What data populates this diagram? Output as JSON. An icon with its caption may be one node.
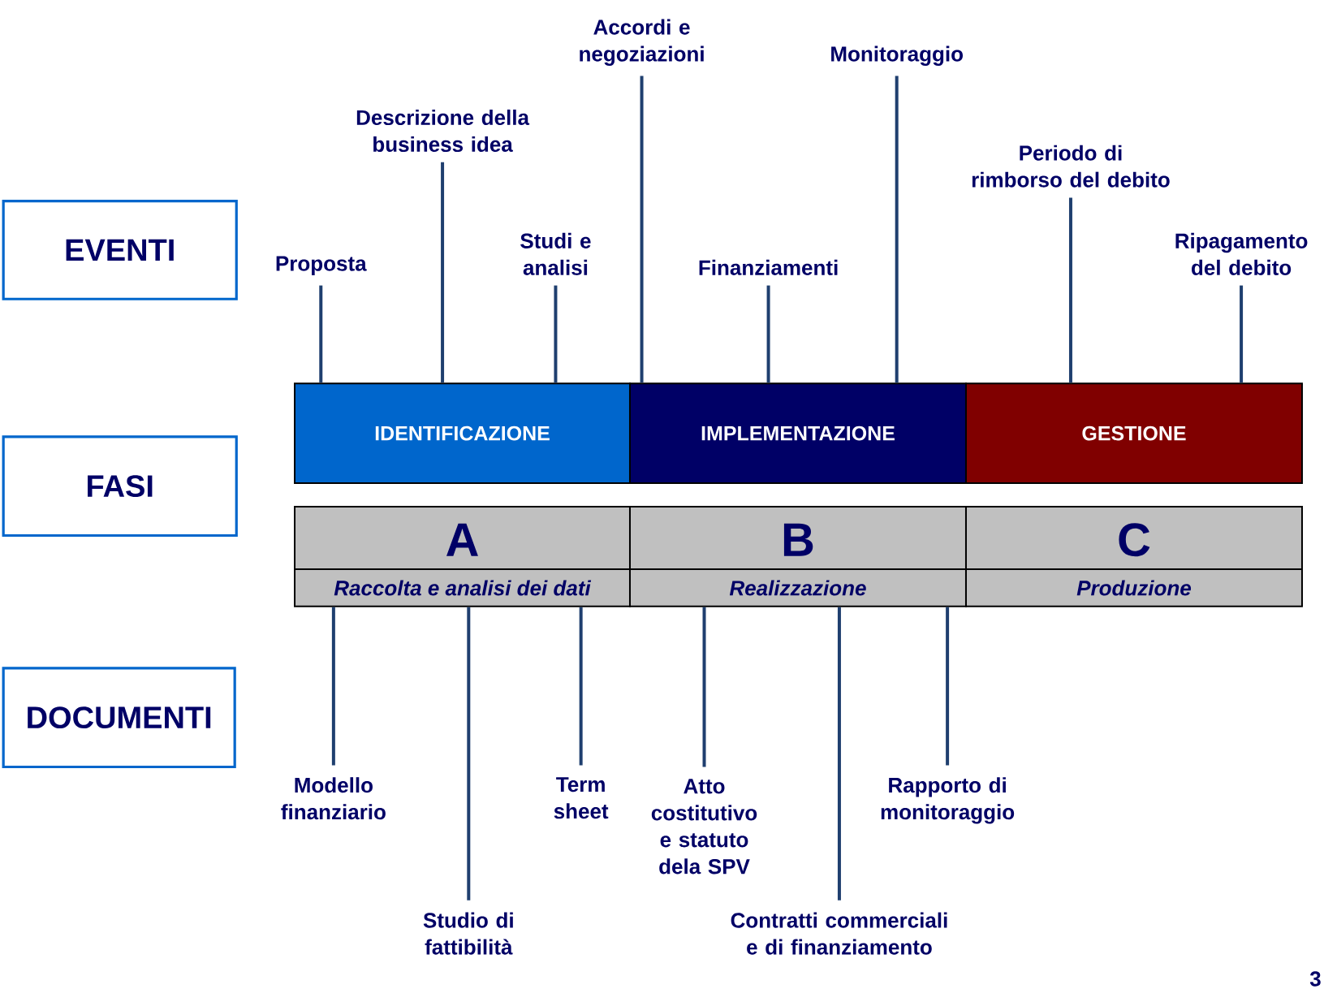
{
  "diagram": {
    "nodes": [
      {
        "text": [
          "EVENTI"
        ]
      },
      {
        "text": [
          "FASI"
        ]
      },
      {
        "text": [
          "DOCUMENTI"
        ]
      },
      {
        "text": [
          "IDENTIFICAZIONE"
        ]
      },
      {
        "text": [
          "IMPLEMENTAZIONE"
        ]
      },
      {
        "text": [
          "GESTIONE"
        ]
      },
      {
        "text": [
          "A",
          "Raccolta e analisi dei dati"
        ]
      },
      {
        "text": [
          "B",
          "Realizzazione"
        ]
      },
      {
        "text": [
          "C",
          "Produzione"
        ]
      },
      {
        "text": [
          "Accordi e negoziazioni"
        ]
      },
      {
        "text": [
          "Monitoraggio"
        ]
      },
      {
        "text": [
          "Descrizione della business idea"
        ]
      },
      {
        "text": [
          "Periodo di rimborso del debito"
        ]
      },
      {
        "text": [
          "Studi e analisi"
        ]
      },
      {
        "text": [
          "Ripagamento del debito"
        ]
      },
      {
        "text": [
          "Proposta"
        ]
      },
      {
        "text": [
          "Finanziamenti"
        ]
      },
      {
        "text": [
          "Modello finanziario"
        ]
      },
      {
        "text": [
          "Term sheet"
        ]
      },
      {
        "text": [
          "Atto costitutivo e statuto dela SPV"
        ]
      },
      {
        "text": [
          "Rapporto di monitoraggio"
        ]
      },
      {
        "text": [
          "Studio di fattibilità"
        ]
      },
      {
        "text": [
          "Contratti commerciali e di finanziamento"
        ]
      }
    ],
    "edges": [
      {
        "from": 15,
        "to": 3,
        "arrow": "none"
      },
      {
        "from": 11,
        "to": 3,
        "arrow": "none"
      },
      {
        "from": 13,
        "to": 3,
        "arrow": "none"
      },
      {
        "from": 9,
        "to": 4,
        "arrow": "none"
      },
      {
        "from": 16,
        "to": 4,
        "arrow": "none"
      },
      {
        "from": 10,
        "to": 4,
        "arrow": "none"
      },
      {
        "from": 12,
        "to": 5,
        "arrow": "none"
      },
      {
        "from": 14,
        "to": 5,
        "arrow": "none"
      },
      {
        "from": 17,
        "to": 6,
        "arrow": "none"
      },
      {
        "from": 21,
        "to": 6,
        "arrow": "none"
      },
      {
        "from": 18,
        "to": 6,
        "arrow": "none"
      },
      {
        "from": 19,
        "to": 7,
        "arrow": "none"
      },
      {
        "from": 22,
        "to": 7,
        "arrow": "none"
      },
      {
        "from": 20,
        "to": 7,
        "arrow": "none"
      }
    ],
    "labels": [
      "3"
    ]
  }
}
